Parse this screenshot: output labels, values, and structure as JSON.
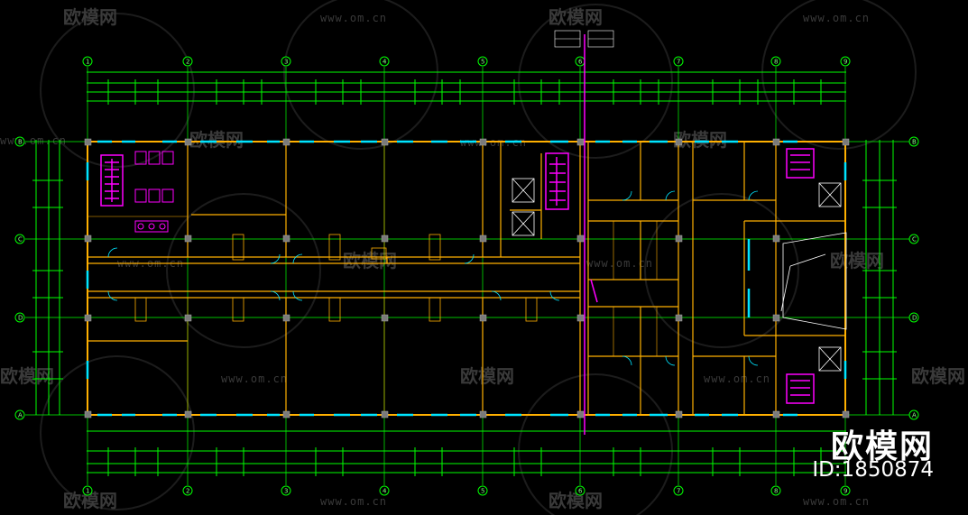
{
  "watermark": {
    "logo_text": "欧模网",
    "url_text": "www.om.cn"
  },
  "brand": {
    "name": "欧模网",
    "id_label": "ID:1850874"
  },
  "grid": {
    "columns": [
      "1",
      "2",
      "3",
      "4",
      "5",
      "6",
      "7",
      "8",
      "9"
    ],
    "rows": [
      "B",
      "C",
      "D",
      "A"
    ]
  },
  "colors": {
    "background": "#000000",
    "dimension_lines": "#00ff00",
    "walls": "#ffb000",
    "windows": "#00e5ff",
    "stairs": "#ff00ff",
    "columns": "#808080"
  }
}
